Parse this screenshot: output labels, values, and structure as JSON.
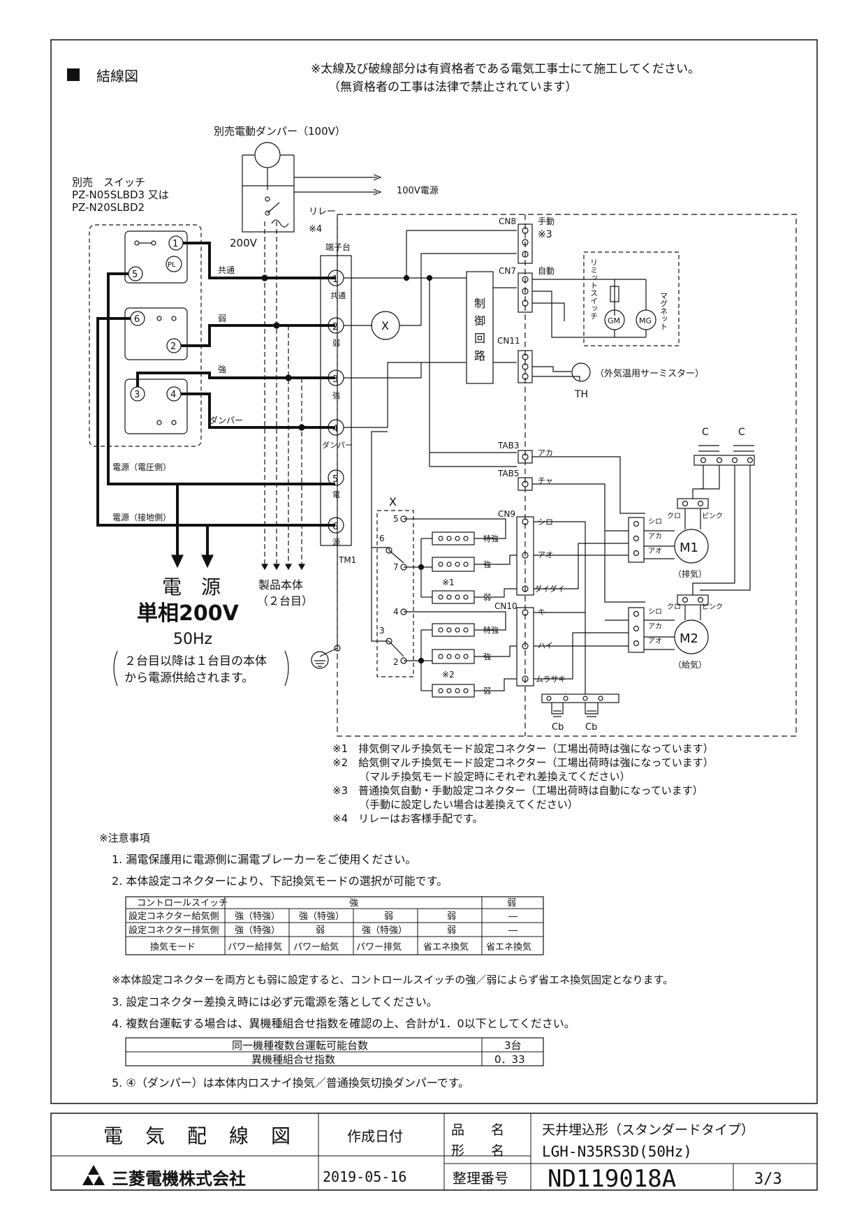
{
  "header": {
    "section_title": "結線図",
    "warning_line1": "※太線及び破線部分は有資格者である電気工事士にて施工してください。",
    "warning_line2": "（無資格者の工事は法律で禁止されています）"
  },
  "diagram": {
    "damper_label": "別売電動ダンパー（100V）",
    "supply_100v": "100V電源",
    "relay": "リレー",
    "note4_mark": "※4",
    "v200": "200V",
    "switch_line1": "別売　スイッチ",
    "switch_line2": "PZ-N05SLBD3 又は",
    "switch_line3": "PZ-N20SLBD2",
    "pl": "PL",
    "terminal_block": "端子台",
    "tm1": "TM1",
    "terminals": [
      {
        "num": "1",
        "label": "共通",
        "wire": "共通"
      },
      {
        "num": "2",
        "label": "弱",
        "wire": "弱"
      },
      {
        "num": "3",
        "label": "強",
        "wire": "強"
      },
      {
        "num": "4",
        "label": "ダンパー",
        "wire": "ダンパー"
      },
      {
        "num": "5",
        "label": "電",
        "wire": "電源（電圧側）"
      },
      {
        "num": "6",
        "label": "源",
        "wire": "電源（接地側）"
      }
    ],
    "x_mark": "X",
    "control_circuit": [
      "制",
      "御",
      "回",
      "路"
    ],
    "cn8": "CN8",
    "cn8_label": "手動",
    "note3_mark": "※3",
    "cn7": "CN7",
    "cn7_label": "自動",
    "cn11": "CN11",
    "limit_switch": "リミットスイッチ",
    "magnet": "マグネット",
    "gm": "GM",
    "mg": "MG",
    "thermistor": "（外気温用サーミスター）",
    "th": "TH",
    "tab3": "TAB3",
    "tab3_color": "アカ",
    "tab5": "TAB5",
    "tab5_color": "チャ",
    "cn9": "CN9",
    "cn9_pins": [
      "シロ",
      "アオ",
      "ダイダイ"
    ],
    "cn10": "CN10",
    "cn10_pins": [
      "キ",
      "ハイ",
      "ムラサキ"
    ],
    "relay_x_pins": [
      "5",
      "6",
      "7",
      "4",
      "3",
      "2"
    ],
    "tap_labels": [
      "特強",
      "強",
      "弱"
    ],
    "note1_mark": "※1",
    "note2_mark": "※2",
    "capacitor": "C",
    "cb": "Cb",
    "motor_leads": [
      "シロ",
      "アカ",
      "アオ"
    ],
    "motor_leads_top": [
      "クロ",
      "ピンク"
    ],
    "m1": "M1",
    "m1_label": "（排気）",
    "m2": "M2",
    "m2_label": "（給気）",
    "power_title": "電　源",
    "power_phase": "単相200V",
    "power_freq": "50Hz",
    "power_note_line1": "２台目以降は１台目の本体",
    "power_note_line2": "から電源供給されます。",
    "second_unit_line1": "製品本体",
    "second_unit_line2": "（２台目）"
  },
  "footnotes": [
    "※1　排気側マルチ換気モード設定コネクター（工場出荷時は強になっています）",
    "※2　給気側マルチ換気モード設定コネクター（工場出荷時は強になっています）",
    "（マルチ換気モード設定時にそれぞれ差換えてください）",
    "※3　普通換気自動・手動設定コネクター（工場出荷時は自動になっています）",
    "（手動に設定したい場合は差換えてください）",
    "※4　リレーはお客様手配です。"
  ],
  "notes": {
    "title": "※注意事項",
    "items": [
      "1. 漏電保護用に電源側に漏電ブレーカーをご使用ください。",
      "2. 本体設定コネクターにより、下記換気モードの選択が可能です。"
    ],
    "mode_table": {
      "header": [
        "コントロールスイッチ",
        "強",
        "弱"
      ],
      "rows": [
        [
          "設定コネクター給気側",
          "強（特強）",
          "強（特強）",
          "弱",
          "弱",
          "―"
        ],
        [
          "設定コネクター排気側",
          "強（特強）",
          "弱",
          "強（特強）",
          "弱",
          "―"
        ],
        [
          "換気モード",
          "パワー給排気",
          "パワー給気",
          "パワー排気",
          "省エネ換気",
          "省エネ換気"
        ]
      ]
    },
    "after_table": "※本体設定コネクターを両方とも弱に設定すると、コントロールスイッチの強／弱によらず省エネ換気固定となります。",
    "item3": "3. 設定コネクター差換え時には必ず元電源を落としてください。",
    "item4": "4. 複数台運転する場合は、異機種組合せ指数を確認の上、合計が1．0以下としてください。",
    "index_table": [
      [
        "同一機種複数台運転可能台数",
        "3台"
      ],
      [
        "異機種組合せ指数",
        "0．33"
      ]
    ],
    "item5": "5. ④（ダンパー）は本体内ロスナイ換気／普通換気切換ダンパーです。"
  },
  "title_block": {
    "doc_type": "電　気　配　線　図",
    "created_label": "作成日付",
    "created_date": "2019-05-16",
    "company": "三菱電機株式会社",
    "product_name_label": "品　　名",
    "model_label": "形　　名",
    "control_label": "整理番号",
    "product_name": "天井埋込形（スタンダードタイプ）",
    "model": "LGH-N35RS3D(50Hz)",
    "control_number": "ND119018A",
    "page": "3/3"
  }
}
